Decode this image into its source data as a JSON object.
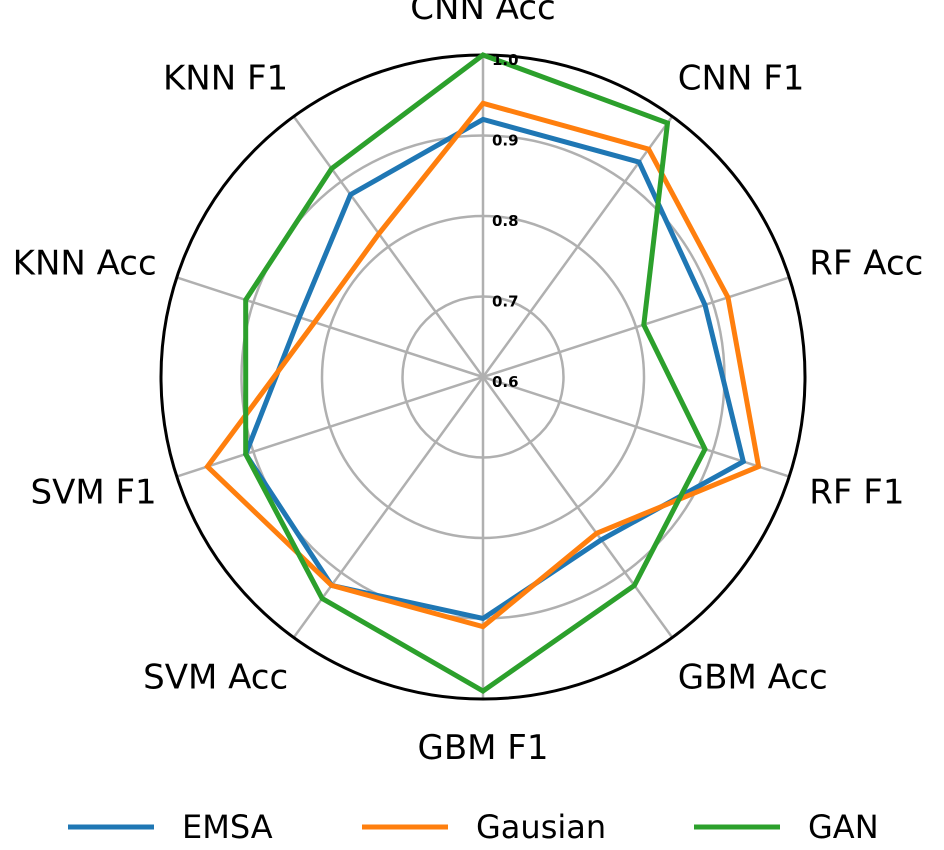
{
  "chart_data": {
    "type": "radar",
    "categories": [
      "CNN Acc",
      "CNN F1",
      "RF Acc",
      "RF F1",
      "GBM Acc",
      "GBM F1",
      "SVM Acc",
      "SVM F1",
      "KNN Acc",
      "KNN F1"
    ],
    "r_ticks": [
      "0.6",
      "0.7",
      "0.8",
      "0.9",
      "1.0"
    ],
    "rlim": [
      0.6,
      1.0
    ],
    "grid": true,
    "legend_position": "bottom",
    "series": [
      {
        "name": "EMSA",
        "color": "#1f77b4",
        "values": [
          0.92,
          0.93,
          0.89,
          0.94,
          0.85,
          0.9,
          0.92,
          0.91,
          0.84,
          0.88
        ]
      },
      {
        "name": "Gausian",
        "color": "#ff7f0e",
        "values": [
          0.94,
          0.95,
          0.92,
          0.96,
          0.84,
          0.91,
          0.92,
          0.96,
          0.82,
          0.82
        ]
      },
      {
        "name": "GAN",
        "color": "#2ca02c",
        "values": [
          1.0,
          0.99,
          0.81,
          0.89,
          0.92,
          0.99,
          0.94,
          0.91,
          0.91,
          0.92
        ]
      }
    ]
  }
}
